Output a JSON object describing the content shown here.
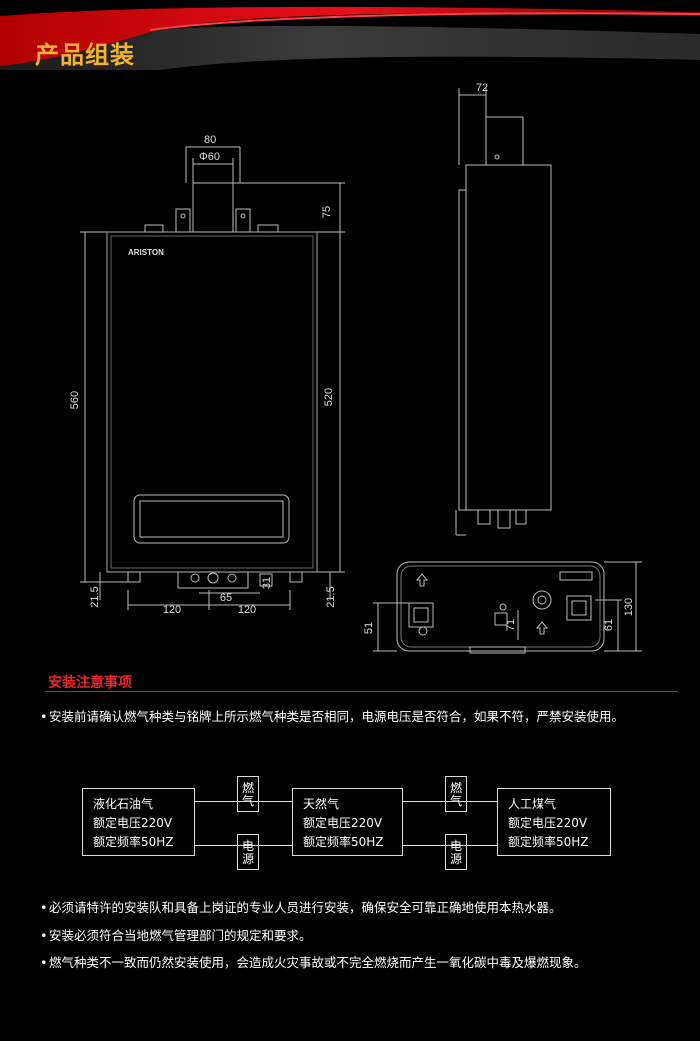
{
  "header": {
    "title": "产品组装"
  },
  "diagram": {
    "front": {
      "brand": "ARISTON",
      "dim_top_width": "80",
      "dim_pipe": "Φ60",
      "dim_flue_height": "75",
      "dim_total_height": "560",
      "dim_body_height": "520",
      "dim_left_bottom": "21.5",
      "dim_right_bottom": "21.5",
      "dim_center": "65",
      "dim_small": "31",
      "dim_left_span": "120",
      "dim_right_span": "120"
    },
    "side": {
      "dim_flue_offset": "72"
    },
    "bottom": {
      "dim_left": "51",
      "dim_mid": "71",
      "dim_right": "61",
      "dim_depth": "130"
    }
  },
  "notice": {
    "title": "安装注意事项",
    "bullet1": "安装前请确认燃气种类与铭牌上所示燃气种类是否相同，电源电压是否符合，如果不符，严禁安装使用。",
    "gas_types": [
      {
        "name": "液化石油气",
        "voltage": "额定电压220V",
        "frequency": "额定频率50HZ"
      },
      {
        "name": "天然气",
        "voltage": "额定电压220V",
        "frequency": "额定频率50HZ"
      },
      {
        "name": "人工煤气",
        "voltage": "额定电压220V",
        "frequency": "额定频率50HZ"
      }
    ],
    "connector_gas": "燃气",
    "connector_power": "电源",
    "bullet2": "必须请特许的安装队和具备上岗证的专业人员进行安装，确保安全可靠正确地使用本热水器。",
    "bullet3": "安装必须符合当地燃气管理部门的规定和要求。",
    "bullet4": "燃气种类不一致而仍然安装使用，会造成火灾事故或不完全燃烧而产生一氧化碳中毒及爆燃现象。"
  }
}
